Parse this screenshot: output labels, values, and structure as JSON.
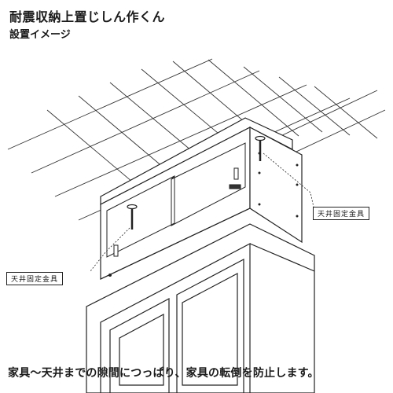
{
  "header": {
    "title": "耐震収納上置じしん作くん",
    "subtitle": "設置イメージ"
  },
  "diagram": {
    "callout_right": "天井固定金具",
    "callout_left": "天井固定金具",
    "line_color": "#222222",
    "grid_color": "#333333"
  },
  "footer": {
    "caption": "家具〜天井までの隙間につっぱり、家具の転倒を防止します。"
  }
}
